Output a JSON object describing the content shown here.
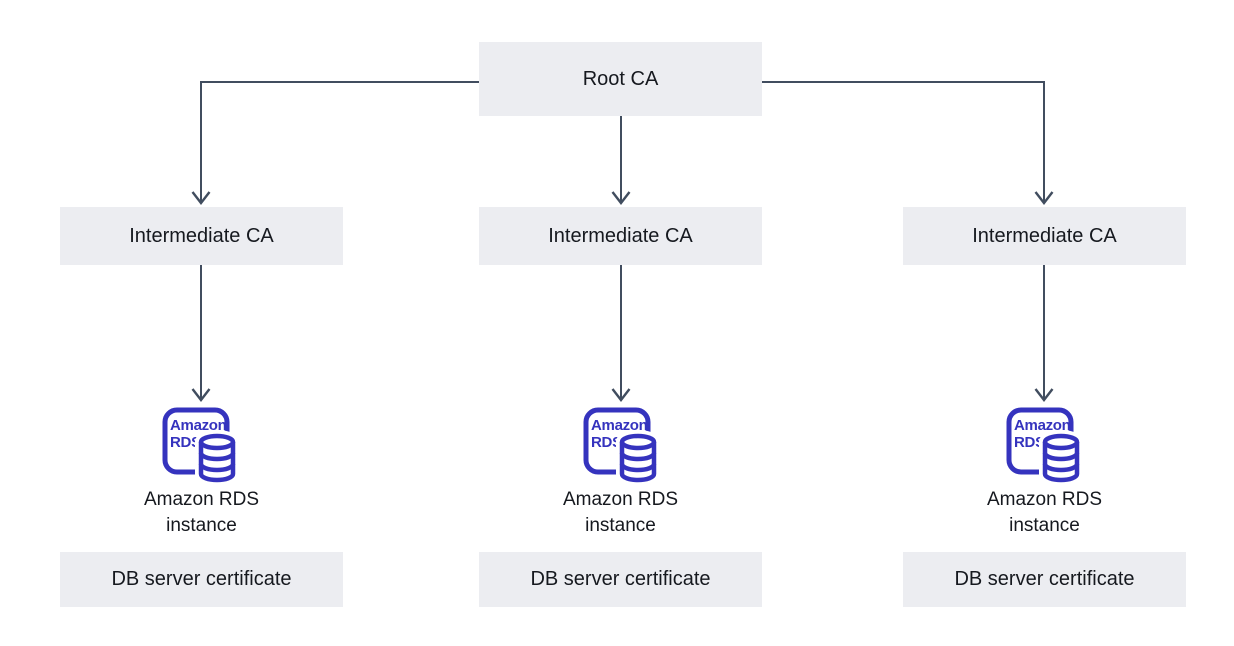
{
  "colors": {
    "background": "#FFFFFF",
    "box_bg": "#ECEDF1",
    "connector": "#414D5F",
    "rds_icon_blue": "#3533BE",
    "text": "#16191F"
  },
  "diagram": {
    "root": {
      "label": "Root CA"
    },
    "columns": [
      {
        "intermediate": "Intermediate CA",
        "icon": {
          "line1": "Amazon",
          "line2": "RDS"
        },
        "caption_line1": "Amazon RDS",
        "caption_line2": "instance",
        "certificate": "DB server certificate"
      },
      {
        "intermediate": "Intermediate CA",
        "icon": {
          "line1": "Amazon",
          "line2": "RDS"
        },
        "caption_line1": "Amazon RDS",
        "caption_line2": "instance",
        "certificate": "DB server certificate"
      },
      {
        "intermediate": "Intermediate CA",
        "icon": {
          "line1": "Amazon",
          "line2": "RDS"
        },
        "caption_line1": "Amazon RDS",
        "caption_line2": "instance",
        "certificate": "DB server certificate"
      }
    ]
  }
}
